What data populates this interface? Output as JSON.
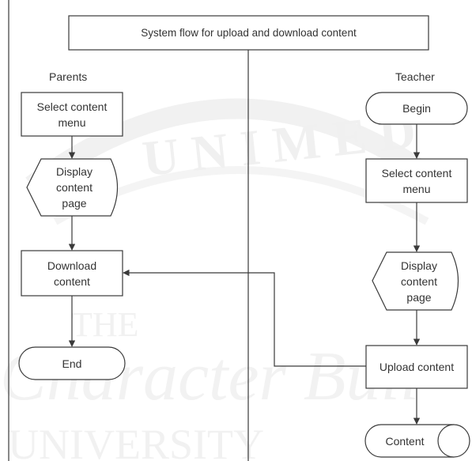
{
  "title": "System flow for upload and download content",
  "lanes": {
    "left": "Parents",
    "right": "Teacher"
  },
  "parents": {
    "select_menu": "Select content\nmenu",
    "display_page": "Display\ncontent\npage",
    "download": "Download\ncontent",
    "end": "End"
  },
  "teacher": {
    "begin": "Begin",
    "select_menu": "Select content\nmenu",
    "display_page": "Display\ncontent\npage",
    "upload": "Upload content",
    "content_store": "Content"
  },
  "colors": {
    "stroke": "#3a3a3a",
    "text": "#333333",
    "watermark": "#e6e6e6",
    "background": "#ffffff"
  }
}
